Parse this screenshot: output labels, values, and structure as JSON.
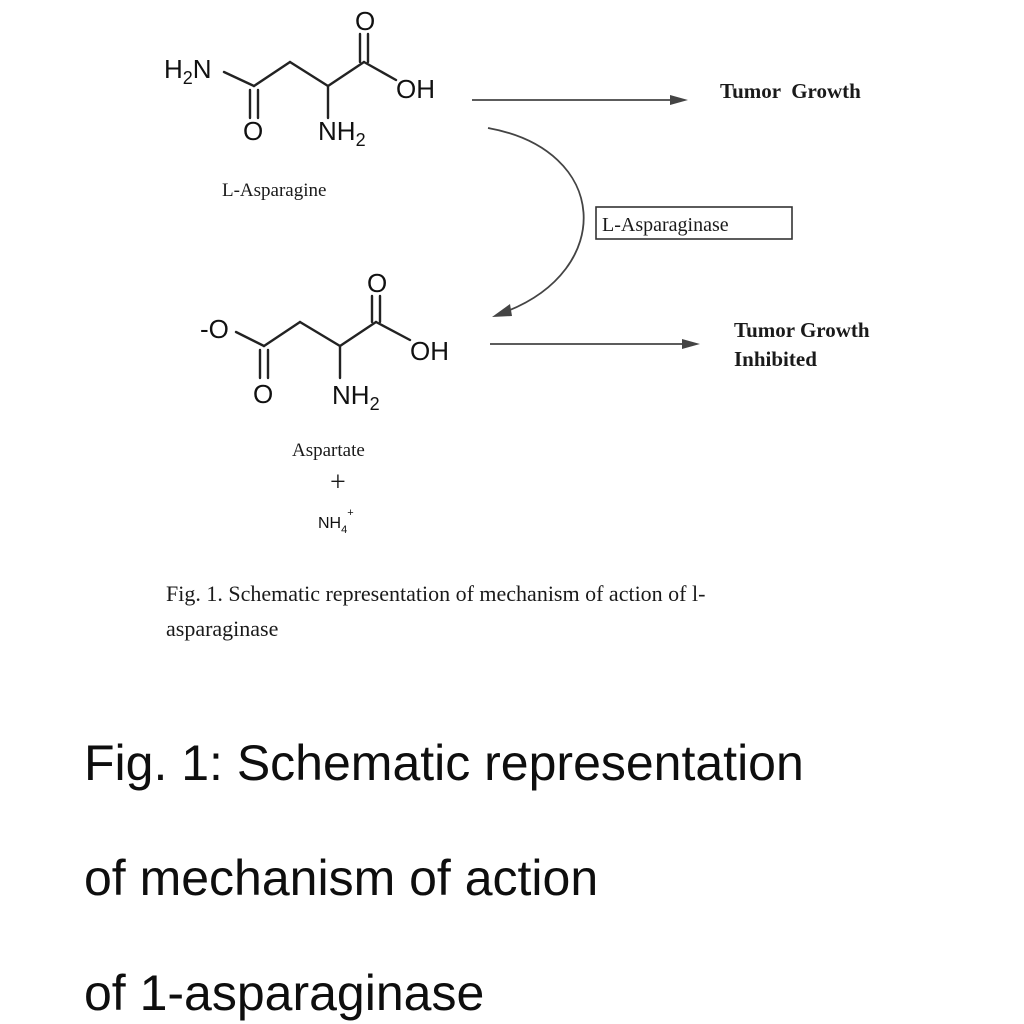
{
  "diagram": {
    "substrate": {
      "name": "L-Asparagine",
      "amide_group": "H2N",
      "carbonyl_o_left": "O",
      "carbonyl_o_top": "O",
      "hydroxyl": "OH",
      "amine": "NH2"
    },
    "product": {
      "name": "Aspartate",
      "carboxylate": "-O",
      "carbonyl_o_left": "O",
      "carbonyl_o_top": "O",
      "hydroxyl": "OH",
      "amine": "NH2",
      "plus": "+",
      "byproduct": "NH4+"
    },
    "enzyme": "L-Asparaginase",
    "outcomes": {
      "top": "Tumor  Growth",
      "bottom_line1": "Tumor Growth",
      "bottom_line2": "Inhibited"
    },
    "figure_caption_line1": "Fig. 1. Schematic representation of mechanism of action of l-",
    "figure_caption_line2": "asparaginase"
  },
  "caption": {
    "line1": "Fig. 1: Schematic representation",
    "line2": "of mechanism of action",
    "line3": "of 1-asparaginase"
  },
  "colors": {
    "text": "#111111",
    "arrow": "#444444"
  }
}
